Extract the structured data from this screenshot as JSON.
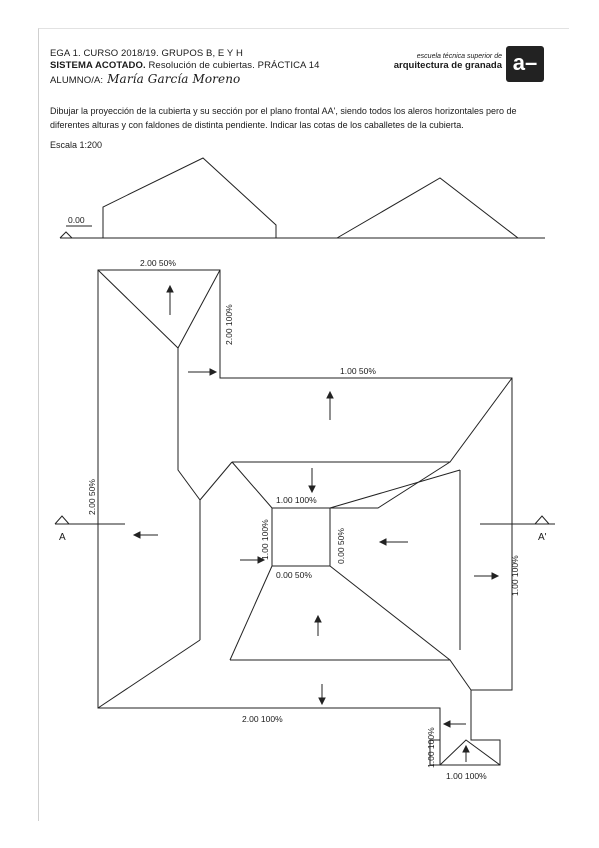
{
  "header": {
    "line1": "EGA 1. CURSO 2018/19. GRUPOS B, E Y H",
    "line2_bold": "SISTEMA ACOTADO.",
    "line2_rest": "Resolución de cubiertas. PRÁCTICA 14",
    "student_label": "ALUMNO/A:",
    "student_name": "María García Moreno"
  },
  "school": {
    "subtitle": "escuela técnica superior de",
    "name": "arquitectura de granada",
    "logo_text": "a–"
  },
  "instructions": "Dibujar la proyección de la cubierta y su sección por el plano frontal AA', siendo todos los aleros horizontales pero de diferentes alturas y con faldones de distinta pendiente. Indicar las cotas de los caballetes de la cubierta.",
  "scale": "Escala  1:200",
  "section": {
    "level_label": "0.00"
  },
  "plan_labels": {
    "top_left_eave": "2.00  50%",
    "upper_right_eave": "2.00  100%",
    "middle_top_eave": "1.00  50%",
    "left_eave": "2.00  50%",
    "court_top": "1.00  100%",
    "court_left": "1.00  100%",
    "court_right": "0.00  50%",
    "court_bottom": "0.00  50%",
    "right_eave": "1.00  100%",
    "bottom_eave": "2.00  100%",
    "small_left": "1.00  100%",
    "small_bottom": "1.00  100%",
    "section_left": "A",
    "section_right": "A'"
  }
}
